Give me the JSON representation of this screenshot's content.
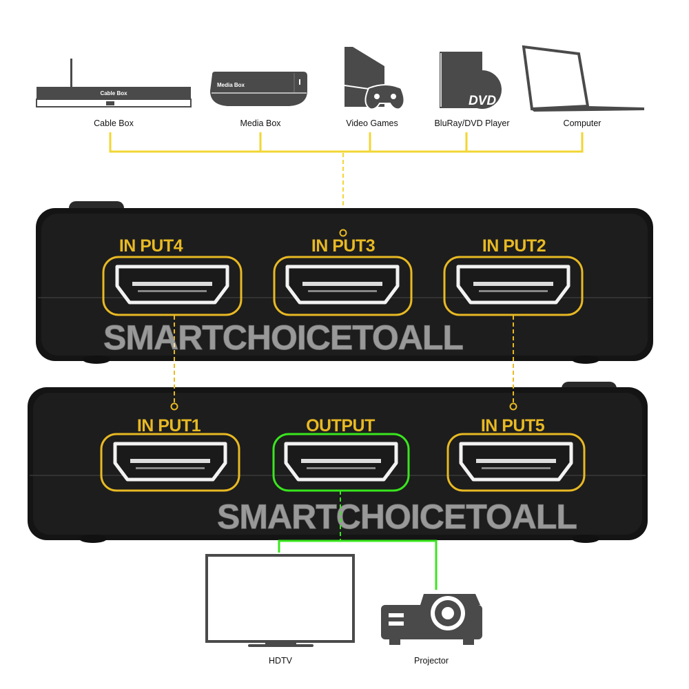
{
  "sources": [
    {
      "label": "Cable Box",
      "logo": "Cable Box",
      "icon": "cable-box-icon"
    },
    {
      "label": "Media Box",
      "logo": "Media Box",
      "icon": "media-box-icon"
    },
    {
      "label": "Video Games",
      "icon": "game-console-icon"
    },
    {
      "label": "BluRay/DVD Player",
      "logo": "DVD",
      "icon": "dvd-player-icon"
    },
    {
      "label": "Computer",
      "icon": "laptop-icon"
    }
  ],
  "top_switch": {
    "ports": [
      {
        "label": "IN PUT4"
      },
      {
        "label": "IN PUT3"
      },
      {
        "label": "IN PUT2"
      }
    ]
  },
  "bottom_switch": {
    "ports": [
      {
        "label": "IN PUT1"
      },
      {
        "label": "OUTPUT"
      },
      {
        "label": "IN PUT5"
      }
    ]
  },
  "outputs": [
    {
      "label": "HDTV",
      "icon": "tv-icon"
    },
    {
      "label": "Projector",
      "icon": "projector-icon"
    }
  ],
  "watermark": "SMARTCHOICETOALL",
  "colors": {
    "input": "#e8b923",
    "output": "#39e61e",
    "bus": "#f2d633",
    "device": "#4a4a4a"
  }
}
